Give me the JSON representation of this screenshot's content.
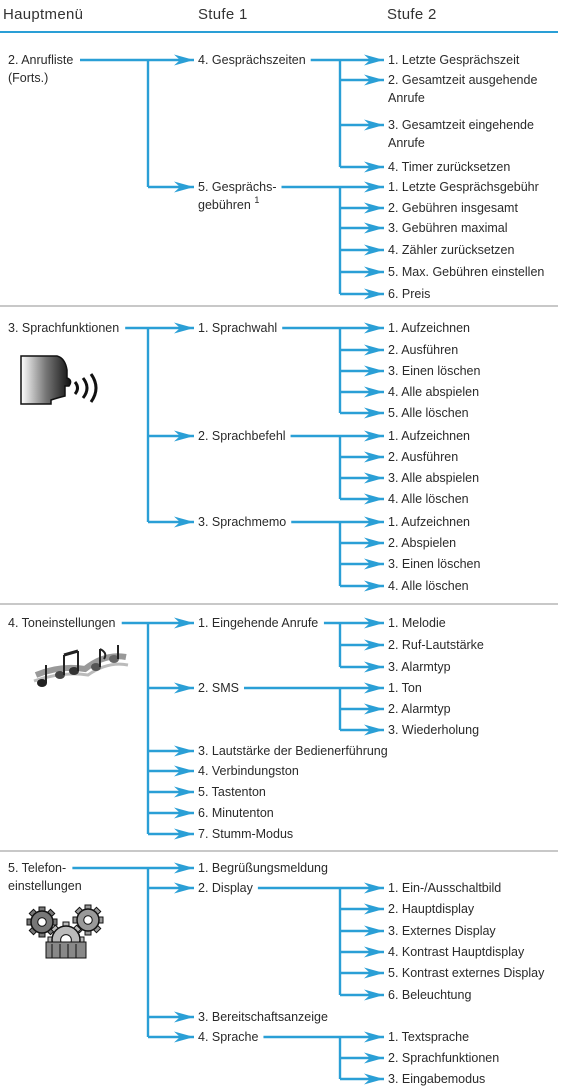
{
  "columns": [
    "Hauptmenü",
    "Stufe 1",
    "Stufe 2"
  ],
  "sections": [
    {
      "main": [
        "2. Anrufliste",
        "(Forts.)"
      ],
      "icon": "",
      "level1": [
        {
          "label": [
            "4. Gesprächszeiten"
          ],
          "level2": [
            [
              "1. Letzte Gesprächszeit"
            ],
            [
              "2. Gesamtzeit ausgehende",
              "Anrufe"
            ],
            [
              "3. Gesamtzeit eingehende",
              "Anrufe"
            ],
            [
              "4. Timer zurücksetzen"
            ]
          ]
        },
        {
          "label": [
            "5. Gesprächs-",
            "gebühren"
          ],
          "footnote": "1",
          "level2": [
            [
              "1. Letzte Gesprächsgebühr"
            ],
            [
              "2. Gebühren insgesamt"
            ],
            [
              "3. Gebühren maximal"
            ],
            [
              "4. Zähler zurücksetzen"
            ],
            [
              "5. Max. Gebühren einstellen"
            ],
            [
              "6. Preis"
            ]
          ]
        }
      ]
    },
    {
      "main": [
        "3. Sprachfunktionen"
      ],
      "icon": "voice-head-icon",
      "level1": [
        {
          "label": [
            "1. Sprachwahl"
          ],
          "level2": [
            [
              "1. Aufzeichnen"
            ],
            [
              "2. Ausführen"
            ],
            [
              "3. Einen löschen"
            ],
            [
              "4. Alle abspielen"
            ],
            [
              "5. Alle löschen"
            ]
          ]
        },
        {
          "label": [
            "2. Sprachbefehl"
          ],
          "level2": [
            [
              "1. Aufzeichnen"
            ],
            [
              "2. Ausführen"
            ],
            [
              "3. Alle abspielen"
            ],
            [
              "4. Alle löschen"
            ]
          ]
        },
        {
          "label": [
            "3. Sprachmemo"
          ],
          "level2": [
            [
              "1. Aufzeichnen"
            ],
            [
              "2. Abspielen"
            ],
            [
              "3. Einen löschen"
            ],
            [
              "4. Alle löschen"
            ]
          ]
        }
      ]
    },
    {
      "main": [
        "4. Toneinstellungen"
      ],
      "icon": "music-notes-icon",
      "level1": [
        {
          "label": [
            "1. Eingehende Anrufe"
          ],
          "level2": [
            [
              "1. Melodie"
            ],
            [
              "2. Ruf-Lautstärke"
            ],
            [
              "3. Alarmtyp"
            ]
          ]
        },
        {
          "label": [
            "2. SMS"
          ],
          "level2": [
            [
              "1. Ton"
            ],
            [
              "2. Alarmtyp"
            ],
            [
              "3. Wiederholung"
            ]
          ]
        },
        {
          "label": [
            "3. Lautstärke der Bedienerführung"
          ],
          "level2": []
        },
        {
          "label": [
            "4. Verbindungston"
          ],
          "level2": []
        },
        {
          "label": [
            "5. Tastenton"
          ],
          "level2": []
        },
        {
          "label": [
            "6. Minutenton"
          ],
          "level2": []
        },
        {
          "label": [
            "7. Stumm-Modus"
          ],
          "level2": []
        }
      ]
    },
    {
      "main": [
        "5. Telefon-",
        "einstellungen"
      ],
      "icon": "gears-icon",
      "level1": [
        {
          "label": [
            "1. Begrüßungsmeldung"
          ],
          "level2": []
        },
        {
          "label": [
            "2. Display"
          ],
          "level2": [
            [
              "1. Ein-/Ausschaltbild"
            ],
            [
              "2. Hauptdisplay"
            ],
            [
              "3. Externes Display"
            ],
            [
              "4. Kontrast Hauptdisplay"
            ],
            [
              "5. Kontrast externes Display"
            ],
            [
              "6. Beleuchtung"
            ]
          ]
        },
        {
          "label": [
            "3. Bereitschaftsanzeige"
          ],
          "level2": []
        },
        {
          "label": [
            "4. Sprache"
          ],
          "level2": [
            [
              "1. Textsprache"
            ],
            [
              "2. Sprachfunktionen"
            ],
            [
              "3. Eingabemodus"
            ]
          ]
        }
      ]
    }
  ],
  "colors": {
    "arrow": "#2a9fd6",
    "rule": "#2a9fd6",
    "separator": "#c8c8c8",
    "text": "#2a2a2a"
  }
}
